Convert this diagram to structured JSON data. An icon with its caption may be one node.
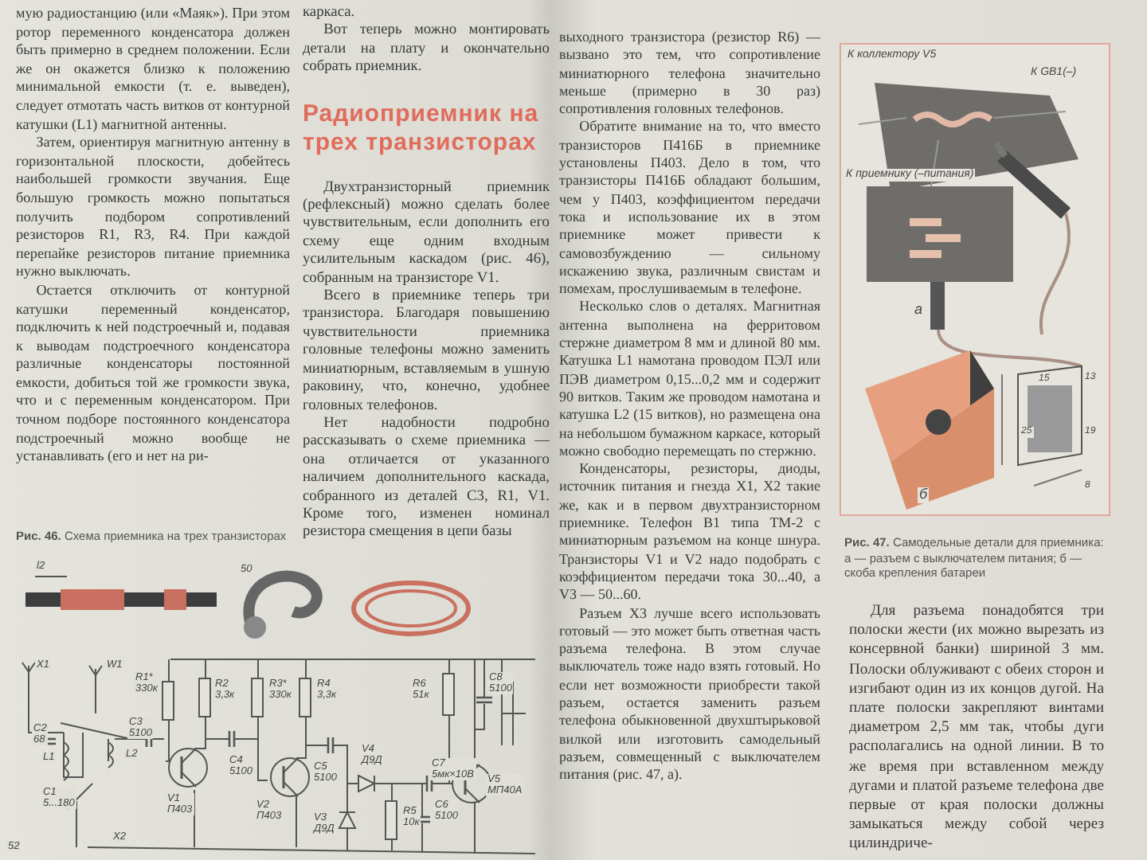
{
  "diagram": {
    "title": "Радиоприемник на трех транзисторах",
    "labels": [
      "мую радиостанцию (или «Маяк»). При этом ротор переменного конденсатора должен быть примерно в среднем положении. Если же он окажется близко к положению минимальной емкости (т. е. выведен), следует отмотать часть витков от контурной катушки (L1) магнитной антенны.",
      "Затем, ориентируя магнитную антенну в горизонтальной плоскости, добейтесь наибольшей громкости звучания. Еще большую громкость можно попытаться получить подбором сопротивлений резисторов R1, R3, R4. При каждой перепайке резисторов питание приемника нужно выключать.",
      "Остается отключить от контурной катушки переменный конденсатор, подключить к ней подстроечный и, подавая к выводам подстроечного конденсатора различные конденсаторы постоянной емкости, добиться той же громкости звука, что и с переменным конденсатором. При точном подборе постоянного конденсатора подстроечный можно вообще не устанавливать (его и нет на ри-",
      "**Рис. 46.** Схема приемника на трех транзисторах",
      "каркаса.",
      "Вот теперь можно монтировать детали на плату и окончательно собрать приемник.",
      "Двухтранзисторный приемник (рефлексный) можно сделать более чувствительным, если дополнить его схему еще одним входным усилительным каскадом (рис. 46), собранным на транзисторе V1.",
      "Всего в приемнике теперь три транзистора. Благодаря повышению чувствительности приемника головные телефоны можно заменить миниатюрным, вставляемым в ушную раковину, что, конечно, удобнее головных телефонов.",
      "Нет надобности подробно рассказывать о схеме приемника — она отличается от указанного наличием дополнительного каскада, собранного из деталей C3, R1, V1. Кроме того, изменен номинал резистора смещения в цепи базы",
      "выходного транзистора (резистор R6) — вызвано это тем, что сопротивление миниатюрного телефона значительно меньше (примерно в 30 раз) сопротивления головных телефонов.",
      "Обратите внимание на то, что вместо транзисторов П416Б в приемнике установлены П403. Дело в том, что транзисторы П416Б обладают большим, чем у П403, коэффициентом передачи тока и использование их в этом приемнике может привести к самовозбуждению — сильному искажению звука, различным свистам и помехам, прослушиваемым в телефоне.",
      "Несколько слов о деталях. Магнитная антенна выполнена на ферритовом стержне диаметром 8 мм и длиной 80 мм. Катушка L1 намотана проводом ПЭЛ или ПЭВ диаметром 0,15...0,2 мм и содержит 90 витков. Таким же проводом намотана и катушка L2 (15 витков), но размещена она на небольшом бумажном каркасе, который можно свободно перемещать по стержню.",
      "Конденсаторы, резисторы, диоды, источник питания и гнезда X1, X2 такие же, как и в первом двухтранзисторном приемнике. Телефон B1 типа ТМ-2 с миниатюрным разъемом на конце шнура. Транзисторы V1 и V2 надо подобрать с коэффициентом передачи тока 30...40, а V3 — 50...60.",
      "Разъем X3 лучше всего использовать готовый — это может быть ответная часть разъема телефона. В этом случае выключатель тоже надо взять готовый. Но если нет возможности приобрести такой разъем, остается заменить разъем телефона обыкновенной двухштырьковой вилкой или изготовить самодельный разъем, совмещенный с выключателем питания (рис. 47, а).",
      "К коллектору V5",
      "К GB1(–)",
      "К приемнику (–питания)",
      "а",
      "15",
      "13",
      "25",
      "19",
      "8",
      "б",
      "**Рис. 47.** Самодельные детали для приемника: а — разъем с выключателем питания; б — скоба крепления батареи",
      "Для разъема понадобятся три полоски жести (их можно вырезать из консервной банки) шириной 3 мм. Полоски облуживают с обеих сторон и изгибают один из их концов дугой. На плате полоски закрепляют винтами диаметром 2,5 мм так, чтобы дуги располагались на одной линии. В то же время при вставленном между дугами и платой разъеме телефона две первые от края полоски должны замыкаться между собой через цилиндриче-",
      "l2",
      "50",
      "X1",
      "W1",
      "C2 68",
      "L1",
      "L2",
      "C1 5...180",
      "X2",
      "R1* 330к",
      "C3 5100",
      "R2 3,3к",
      "V1 П403",
      "C4 5100",
      "R3* 330к",
      "R4 3,3к",
      "V2 П403",
      "C5 5100",
      "V4 Д9Д",
      "V3 Д9Д",
      "R5 10к",
      "C6 5100",
      "C7 5мк×10В",
      "R6 51к",
      "C8 5100",
      "V5 МП40А",
      "52"
    ]
  }
}
